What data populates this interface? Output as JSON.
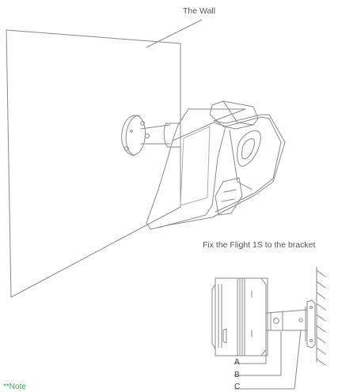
{
  "labels": {
    "wall": "The Wall",
    "caption": "Fix the Flight 1S to the bracket",
    "a": "A",
    "b": "B",
    "c": "C",
    "note": "**Note"
  },
  "colors": {
    "line": "#8a8a8a",
    "note": "#2fb54a"
  }
}
